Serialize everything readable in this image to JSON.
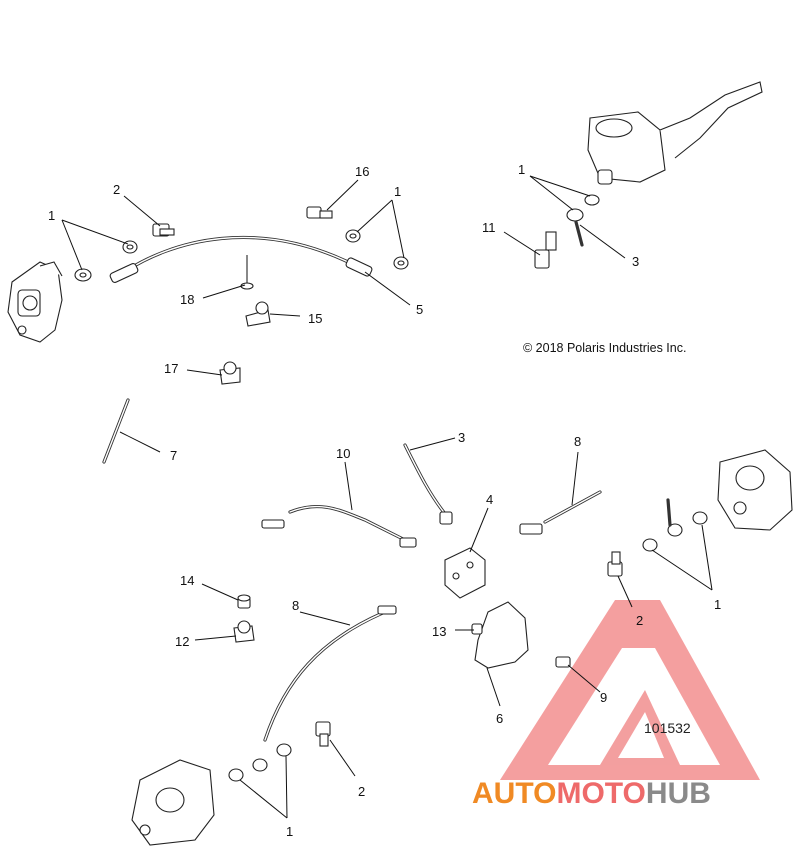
{
  "copyright": "© 2018 Polaris Industries Inc.",
  "diagram_ref": "101532",
  "watermark": {
    "part1": "AUTO",
    "part2": "MOTO",
    "part3": "HUB",
    "colors": {
      "accent": "#f08a24",
      "logo": "#ee6a6a",
      "gray": "#8a8a8a"
    }
  },
  "callouts": [
    {
      "id": "c1a",
      "text": "1"
    },
    {
      "id": "c2a",
      "text": "2"
    },
    {
      "id": "c16",
      "text": "16"
    },
    {
      "id": "c1b",
      "text": "1"
    },
    {
      "id": "c1c",
      "text": "1"
    },
    {
      "id": "c11",
      "text": "11"
    },
    {
      "id": "c3a",
      "text": "3"
    },
    {
      "id": "c18",
      "text": "18"
    },
    {
      "id": "c15",
      "text": "15"
    },
    {
      "id": "c5",
      "text": "5"
    },
    {
      "id": "c17",
      "text": "17"
    },
    {
      "id": "c7",
      "text": "7"
    },
    {
      "id": "c10",
      "text": "10"
    },
    {
      "id": "c3b",
      "text": "3"
    },
    {
      "id": "c8a",
      "text": "8"
    },
    {
      "id": "c4",
      "text": "4"
    },
    {
      "id": "c14",
      "text": "14"
    },
    {
      "id": "c8b",
      "text": "8"
    },
    {
      "id": "c12",
      "text": "12"
    },
    {
      "id": "c13",
      "text": "13"
    },
    {
      "id": "c2b",
      "text": "2"
    },
    {
      "id": "c1d",
      "text": "1"
    },
    {
      "id": "c9",
      "text": "9"
    },
    {
      "id": "c6",
      "text": "6"
    },
    {
      "id": "c2c",
      "text": "2"
    },
    {
      "id": "c1e",
      "text": "1"
    }
  ]
}
